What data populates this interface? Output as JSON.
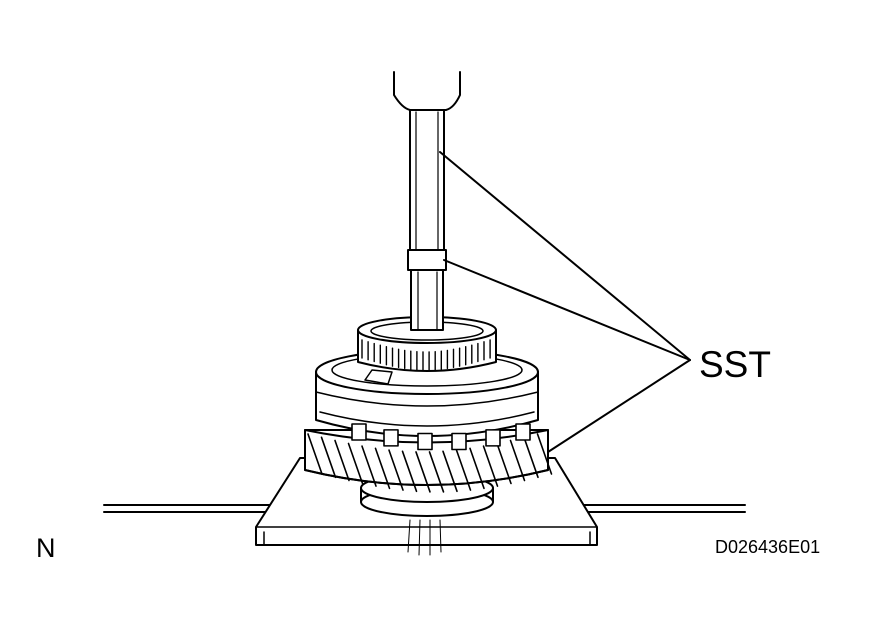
{
  "labels": {
    "sst": "SST",
    "corner": "N",
    "figure_code": "D026436E01"
  },
  "colors": {
    "ink": "#000000",
    "paper": "#ffffff"
  }
}
